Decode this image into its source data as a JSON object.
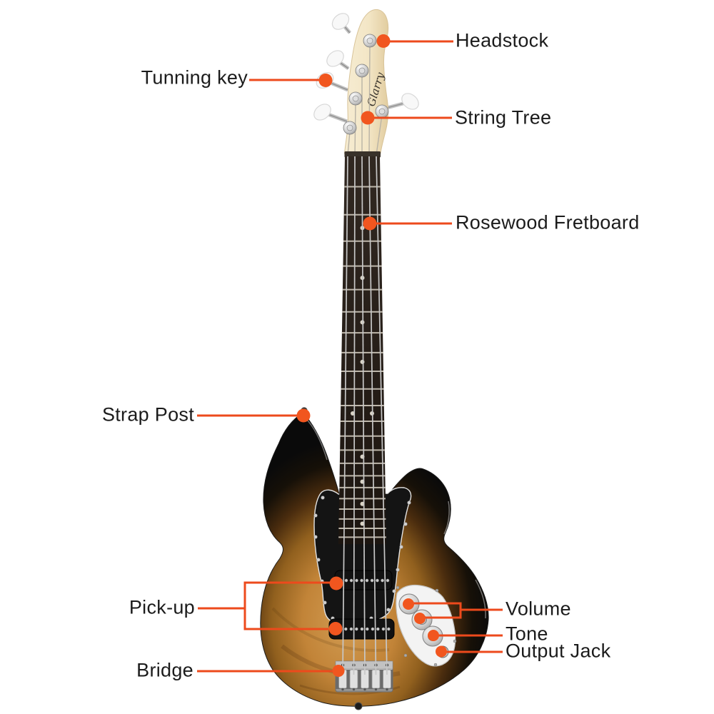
{
  "colors": {
    "background": "#ffffff",
    "accent_line": "#ed4a1c",
    "accent_dot": "#f1561f",
    "label_text": "#1b1b1b",
    "body_sunburst_center": "#d29d54",
    "body_sunburst_edge": "#0a0a0a",
    "headstock_wood": "#f3e6c6",
    "fretboard": "#282019"
  },
  "brand": {
    "logo_text": "Glarry"
  },
  "callouts": [
    {
      "id": "headstock",
      "label": "Headstock"
    },
    {
      "id": "tunning-key",
      "label": "Tunning key"
    },
    {
      "id": "string-tree",
      "label": "String Tree"
    },
    {
      "id": "rosewood-fretboard",
      "label": "Rosewood Fretboard"
    },
    {
      "id": "strap-post",
      "label": "Strap Post"
    },
    {
      "id": "pick-up",
      "label": "Pick-up"
    },
    {
      "id": "volume",
      "label": "Volume"
    },
    {
      "id": "tone",
      "label": "Tone"
    },
    {
      "id": "output-jack",
      "label": "Output Jack"
    },
    {
      "id": "bridge",
      "label": "Bridge"
    }
  ]
}
